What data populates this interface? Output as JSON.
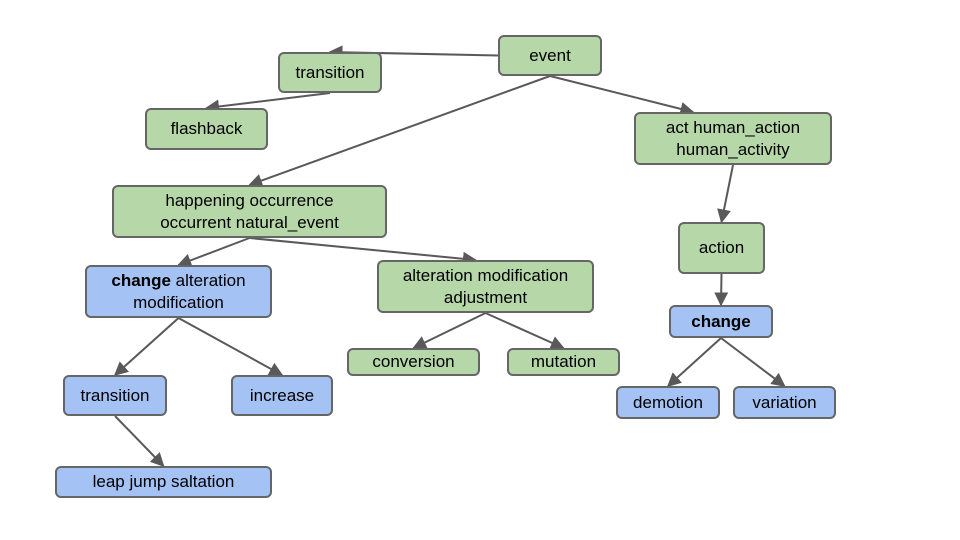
{
  "colors": {
    "green_fill": "#b6d7a8",
    "blue_fill": "#a4c2f4",
    "border": "#666666",
    "edge": "#595959"
  },
  "nodes": {
    "event": {
      "lines": [
        [
          "event"
        ]
      ],
      "color": "green"
    },
    "transition_green": {
      "lines": [
        [
          "transition"
        ]
      ],
      "color": "green"
    },
    "flashback": {
      "lines": [
        [
          "flashback"
        ]
      ],
      "color": "green"
    },
    "act": {
      "lines": [
        [
          "act human_action"
        ],
        [
          "human_activity"
        ]
      ],
      "color": "green"
    },
    "happening": {
      "lines": [
        [
          "happening occurrence"
        ],
        [
          "occurrent natural_event"
        ]
      ],
      "color": "green"
    },
    "action": {
      "lines": [
        [
          "action"
        ]
      ],
      "color": "green"
    },
    "change_alteration": {
      "lines": [
        [
          "change",
          " alteration"
        ],
        [
          "modification"
        ]
      ],
      "bold_first_word": true,
      "color": "blue"
    },
    "alteration_modification": {
      "lines": [
        [
          "alteration modification"
        ],
        [
          "adjustment"
        ]
      ],
      "color": "green"
    },
    "change": {
      "lines": [
        [
          "change"
        ]
      ],
      "bold_first_word": true,
      "color": "blue"
    },
    "conversion": {
      "lines": [
        [
          "conversion"
        ]
      ],
      "color": "green"
    },
    "mutation": {
      "lines": [
        [
          "mutation"
        ]
      ],
      "color": "green"
    },
    "transition_blue": {
      "lines": [
        [
          "transition"
        ]
      ],
      "color": "blue"
    },
    "increase": {
      "lines": [
        [
          "increase"
        ]
      ],
      "color": "blue"
    },
    "demotion": {
      "lines": [
        [
          "demotion"
        ]
      ],
      "color": "blue"
    },
    "variation": {
      "lines": [
        [
          "variation"
        ]
      ],
      "color": "blue"
    },
    "leap": {
      "lines": [
        [
          "leap jump saltation"
        ]
      ],
      "color": "blue"
    }
  },
  "edges": [
    [
      "event",
      "transition_green"
    ],
    [
      "transition_green",
      "flashback"
    ],
    [
      "event",
      "happening"
    ],
    [
      "event",
      "act"
    ],
    [
      "act",
      "action"
    ],
    [
      "action",
      "change"
    ],
    [
      "happening",
      "change_alteration"
    ],
    [
      "happening",
      "alteration_modification"
    ],
    [
      "change_alteration",
      "transition_blue"
    ],
    [
      "change_alteration",
      "increase"
    ],
    [
      "transition_blue",
      "leap"
    ],
    [
      "alteration_modification",
      "conversion"
    ],
    [
      "alteration_modification",
      "mutation"
    ],
    [
      "change",
      "demotion"
    ],
    [
      "change",
      "variation"
    ]
  ]
}
